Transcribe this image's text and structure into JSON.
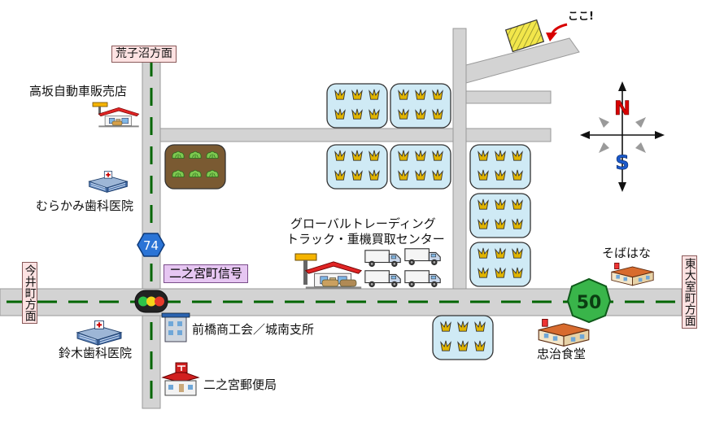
{
  "directions": {
    "north": "荒子沼方面",
    "west": "今井町方面",
    "east": "東大室町方面"
  },
  "routes": {
    "route_74": "74",
    "route_50": "50"
  },
  "signal": "二之宮町信号",
  "here": "ここ!",
  "places": {
    "takasaka": "高坂自動車販売店",
    "murakami": "むらかみ歯科医院",
    "suzuki": "鈴木歯科医院",
    "maebashi": "前橋商工会／城南支所",
    "post": "二之宮郵便局",
    "global_line1": "グローバルトレーディング",
    "global_line2": "トラック・重機買取センター",
    "sobahana": "そばはな",
    "chuji": "忠治食堂"
  },
  "compass": {
    "north": "N",
    "south": "S"
  },
  "colors": {
    "road": "#d3d3d3",
    "lane_marking": "#006600",
    "field_fill": "#cfeaf5",
    "field_border": "#333333",
    "target": "#f2e64b"
  }
}
